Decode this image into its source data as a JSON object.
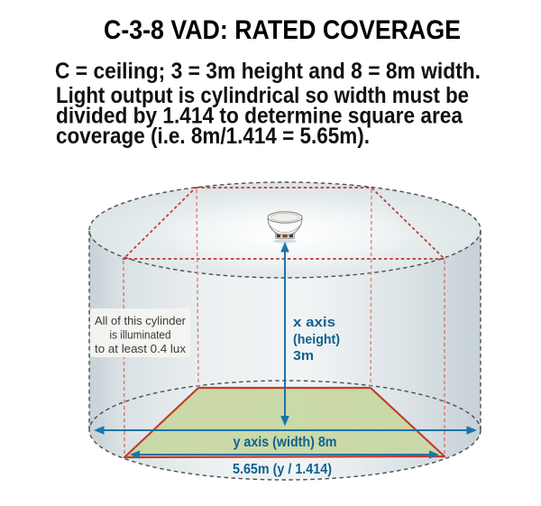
{
  "header": {
    "title": "C-3-8 VAD: RATED COVERAGE",
    "subtitle": "C = ceiling; 3 = 3m height and 8 = 8m width.",
    "para_lines": [
      "Light output is cylindrical so width must be",
      "divided by 1.414 to determine square area",
      "coverage (i.e. 8m/1.414 = 5.65m)."
    ]
  },
  "diagram": {
    "note_lines": [
      "All of this cylinder",
      "is illuminated",
      "to at least 0.4 lux"
    ],
    "x_axis_lines": [
      "x axis",
      "(height)",
      "3m"
    ],
    "y_axis_label": "y axis (width) 8m",
    "diagonal_label": "5.65m (y / 1.414)",
    "colors": {
      "arrow_blue": "#1b74ad",
      "label_blue": "#10618f",
      "coverage_red": "#bf362c",
      "floor_green": "#c7d7a1",
      "cylinder_gray": "#dfe6e9"
    }
  }
}
